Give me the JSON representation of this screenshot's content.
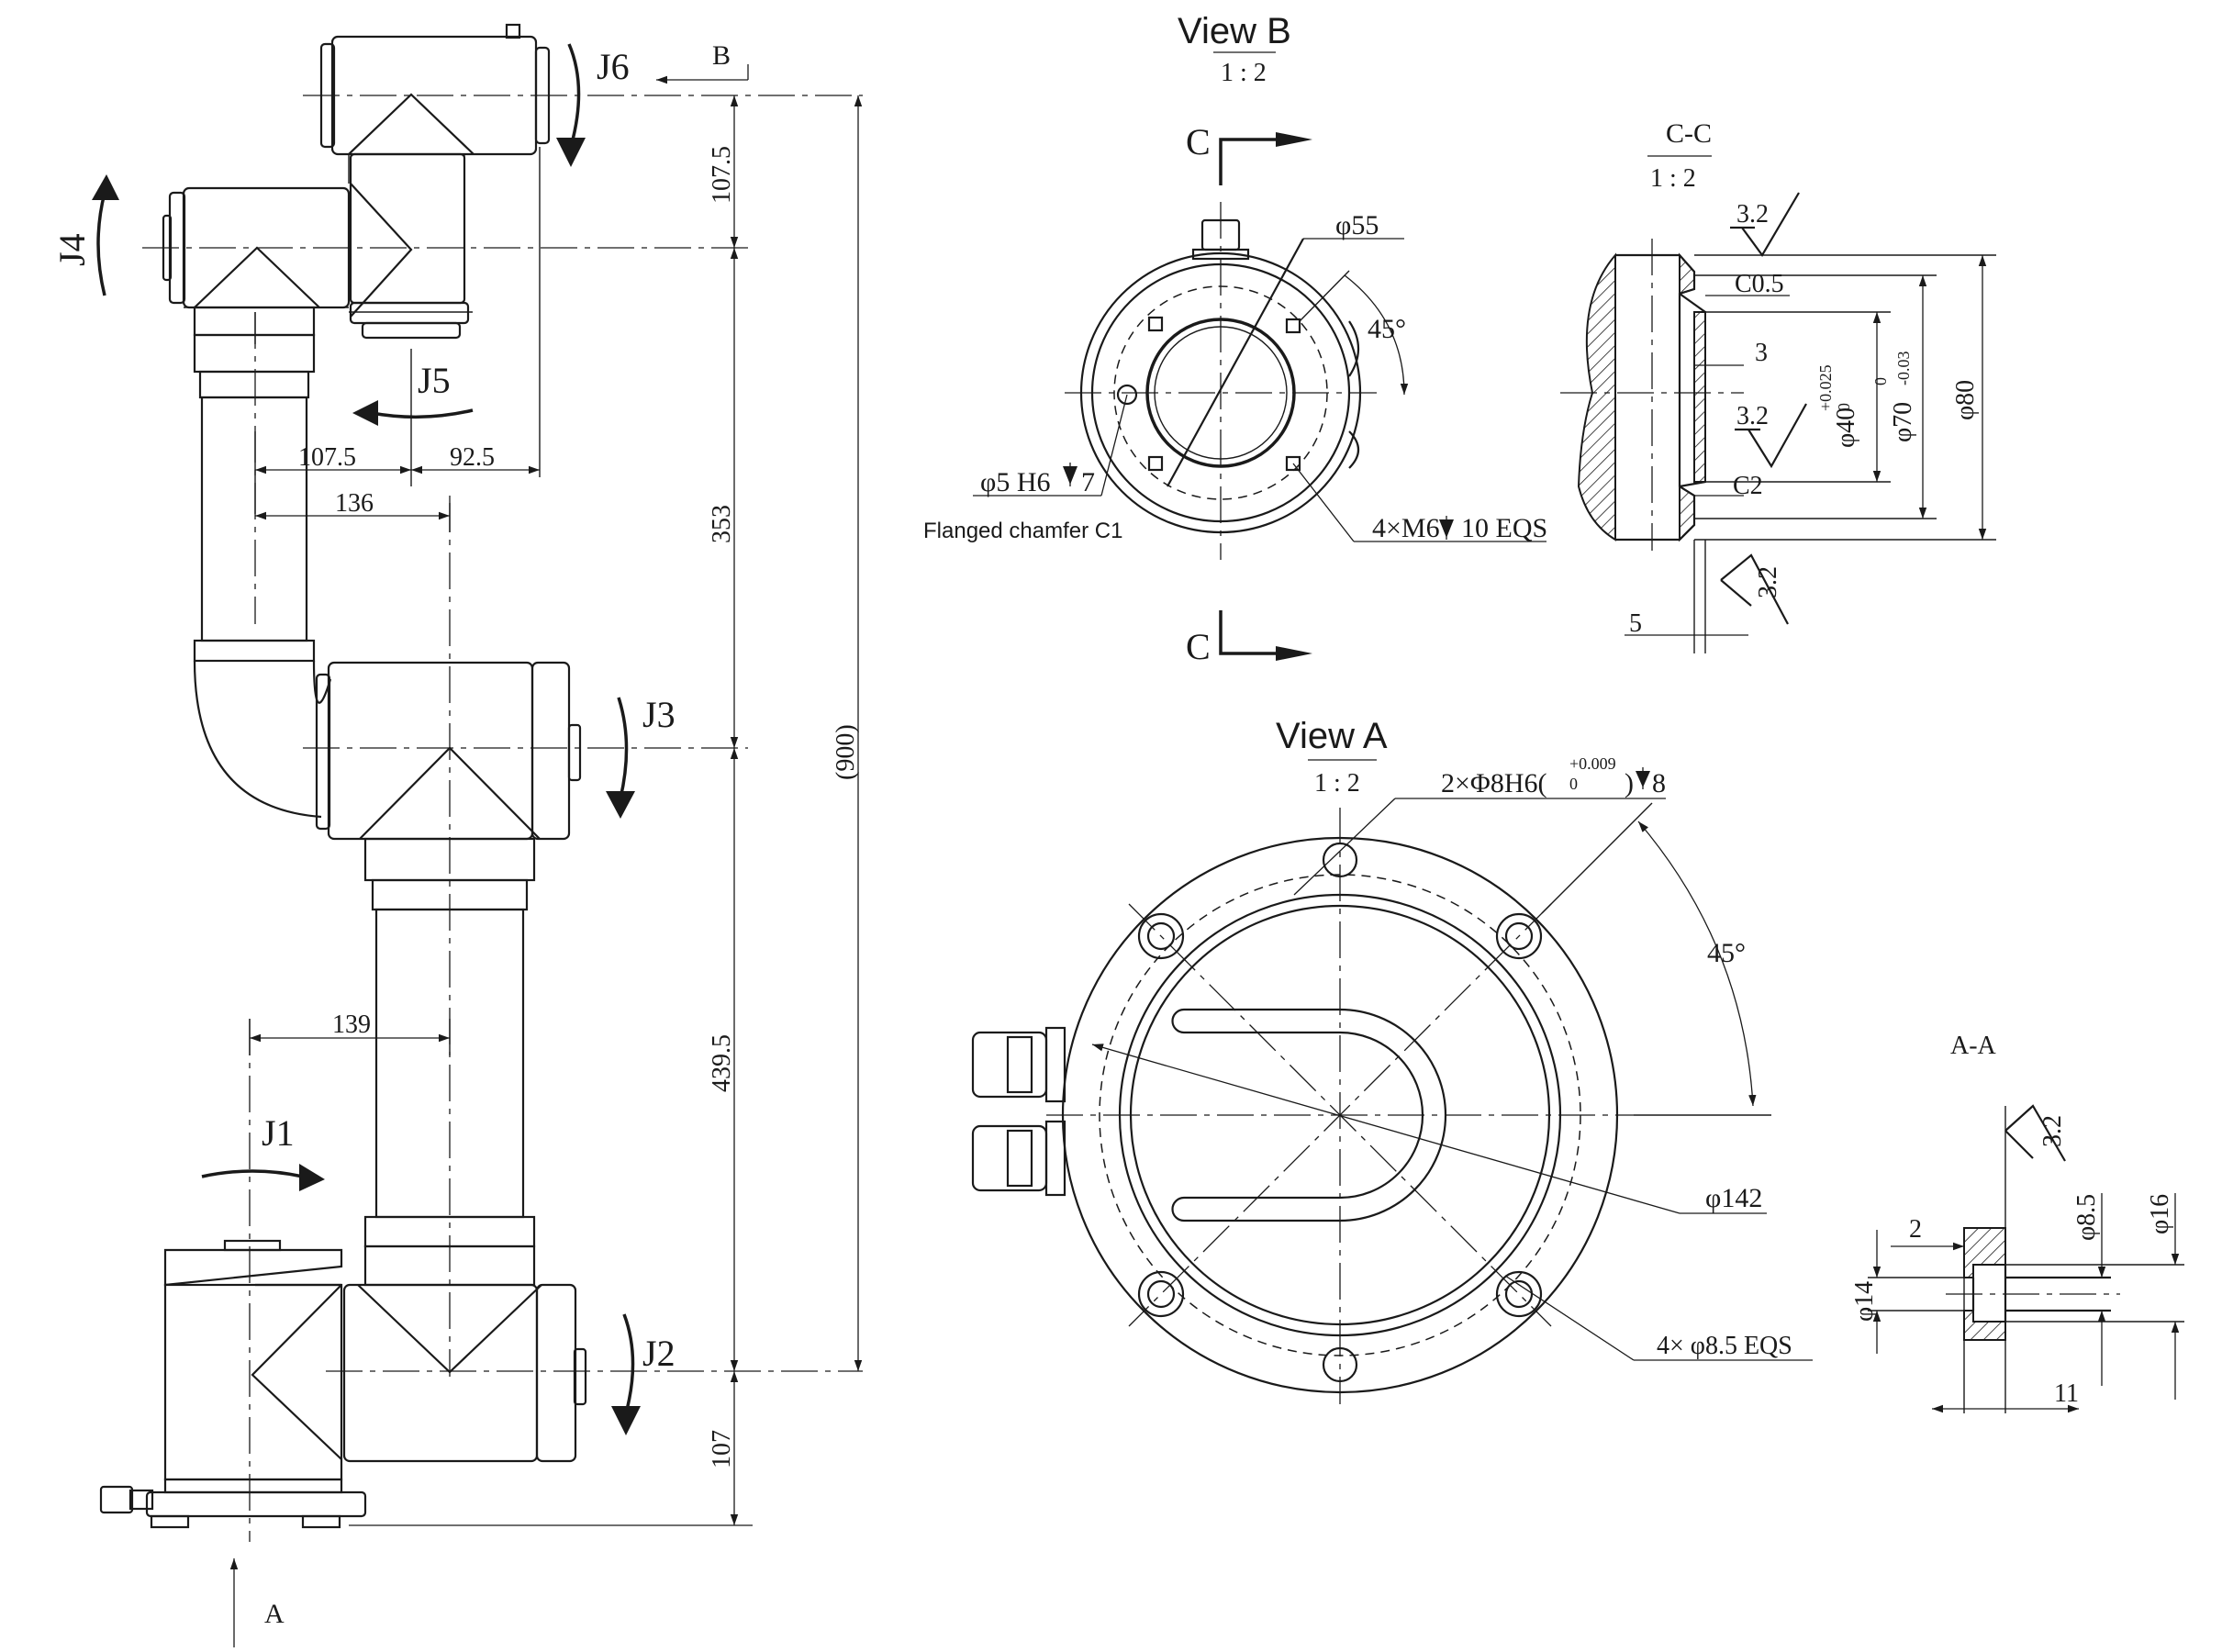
{
  "arm": {
    "joints": {
      "j1": "J1",
      "j2": "J2",
      "j3": "J3",
      "j4": "J4",
      "j5": "J5",
      "j6": "J6"
    },
    "view_markers": {
      "a": "A",
      "b": "B"
    },
    "dimensions": {
      "d107_5_top": "107.5",
      "d353": "353",
      "d439_5": "439.5",
      "d107_bottom": "107",
      "d900": "(900)",
      "d107_5_offset": "107.5",
      "d92_5": "92.5",
      "d136": "136",
      "d139": "139"
    }
  },
  "view_b": {
    "title": "View B",
    "scale": "1 : 2",
    "section_marker": "C",
    "dia_55": "φ55",
    "angle": "45°",
    "pin_hole": "φ5 H6",
    "pin_depth": "7",
    "chamfer_note": "Flanged chamfer C1",
    "threads": "4×M6",
    "thread_depth": "10 EQS"
  },
  "section_cc": {
    "title": "C-C",
    "scale": "1 : 2",
    "rough_1": "3.2",
    "rough_2": "3.2",
    "rough_3": "3.2",
    "chamfer_c05": "C0.5",
    "chamfer_c2": "C2",
    "d3": "3",
    "d5": "5",
    "dia40": "φ40",
    "dia40_upper": "+0.025",
    "dia40_lower": "0",
    "dia70": "φ70",
    "dia70_upper": "0",
    "dia70_lower": "-0.03",
    "dia80": "φ80"
  },
  "view_a": {
    "title": "View A",
    "scale": "1 : 2",
    "pin_holes": "2×Φ8H6(",
    "pin_tol_upper": "+0.009",
    "pin_tol_lower": "0",
    "pin_close": ")",
    "pin_depth": "8",
    "angle": "45°",
    "dia142": "φ142",
    "holes": "4× φ8.5 EQS"
  },
  "section_aa": {
    "title": "A-A",
    "rough": "3.2",
    "d2": "2",
    "dia8_5": "φ8.5",
    "dia16": "φ16",
    "dia14": "φ14",
    "d11": "11"
  }
}
